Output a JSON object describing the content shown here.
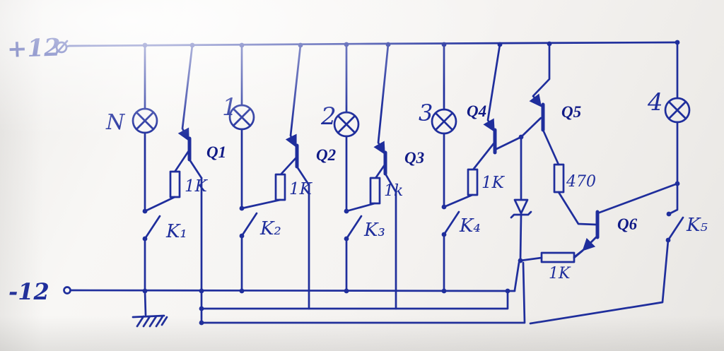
{
  "diagram": {
    "ink_color": "#1f2e9c",
    "paper_color": "#f5f3f1",
    "rails": {
      "positive_label": "+12",
      "negative_label": "-12"
    },
    "lamps": [
      {
        "label": "N"
      },
      {
        "label": "1"
      },
      {
        "label": "2"
      },
      {
        "label": "3"
      },
      {
        "label": "4"
      }
    ],
    "transistors": [
      {
        "label": "Q1"
      },
      {
        "label": "Q2"
      },
      {
        "label": "Q3"
      },
      {
        "label": "Q4"
      },
      {
        "label": "Q5"
      },
      {
        "label": "Q6"
      }
    ],
    "resistors": [
      {
        "label": "1K"
      },
      {
        "label": "1K"
      },
      {
        "label": "1k"
      },
      {
        "label": "1K"
      },
      {
        "label": "470"
      },
      {
        "label": "1K"
      }
    ],
    "switches": [
      {
        "label": "K₁"
      },
      {
        "label": "K₂"
      },
      {
        "label": "K₃"
      },
      {
        "label": "K₄"
      },
      {
        "label": "K₅"
      }
    ]
  }
}
